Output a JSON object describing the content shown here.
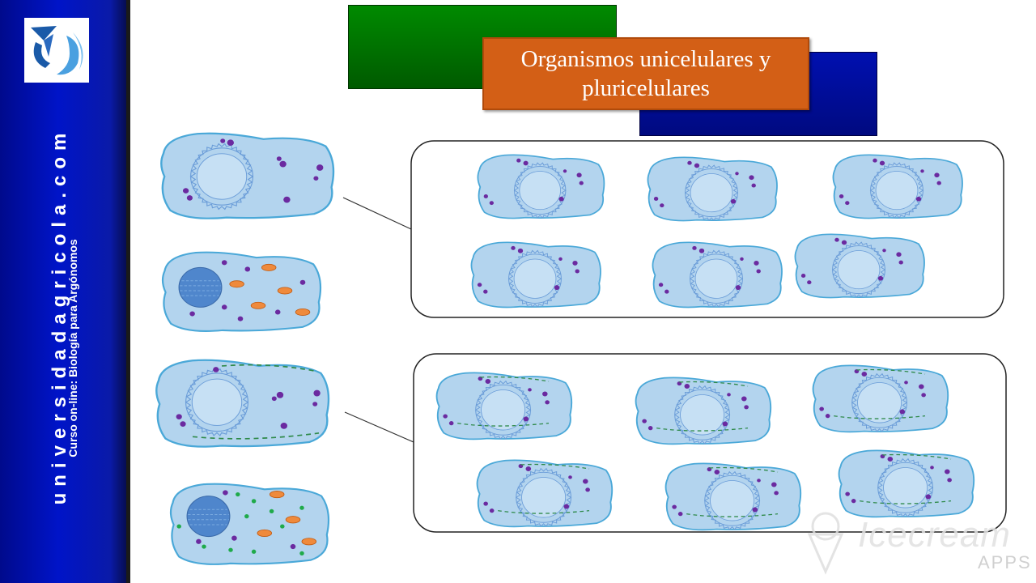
{
  "title": "Organismos unicelulares y pluricelulares",
  "sidebar": {
    "site": "universidadagricola.com",
    "course": "Curso on-line: Biología para Argónomos",
    "logo_icon": "university-logo-icon"
  },
  "watermark": {
    "main": "Icecream",
    "sub": "APPS"
  },
  "colors": {
    "sidebar": "#0014c8",
    "title_box": "#d35f16",
    "green_box": "#007000",
    "blue_box": "#000a80",
    "cell_fill": "#b3d4ee",
    "cell_stroke": "#4aa8d8",
    "granule": "#6b2aa0",
    "mitochondria": "#ef8a3c",
    "chloroplast": "#1faa4a",
    "nucleus": "#4f86cc"
  }
}
